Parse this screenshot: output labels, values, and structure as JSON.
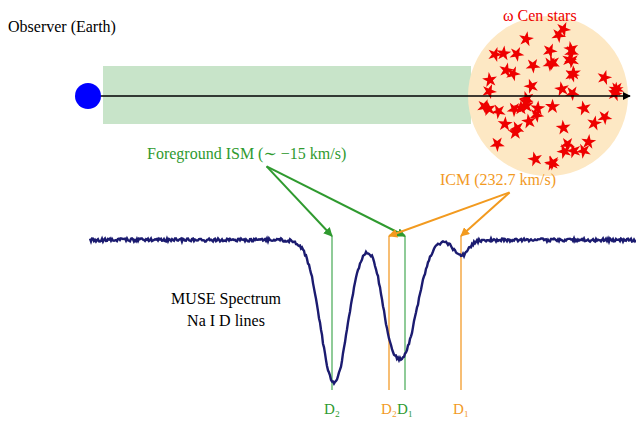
{
  "diagram": {
    "nodes": [
      {
        "text": [
          "Foreground ISM (∼ −15 km/s)"
        ]
      },
      {
        "text": [
          "ICM (232.7 km/s)"
        ]
      },
      {
        "text": [
          "D₂"
        ]
      },
      {
        "text": [
          "D₂"
        ]
      },
      {
        "text": [
          "D₁"
        ]
      },
      {
        "text": [
          "D₁"
        ]
      }
    ],
    "edges": [
      {
        "from": 0,
        "to": 2,
        "arrow": "to"
      },
      {
        "from": 0,
        "to": 4,
        "arrow": "to"
      },
      {
        "from": 1,
        "to": 3,
        "arrow": "to"
      },
      {
        "from": 1,
        "to": 5,
        "arrow": "to"
      }
    ],
    "labels": [
      "Observer (Earth)",
      "ω Cen stars",
      "MUSE Spectrum",
      "Na I D lines"
    ]
  }
}
